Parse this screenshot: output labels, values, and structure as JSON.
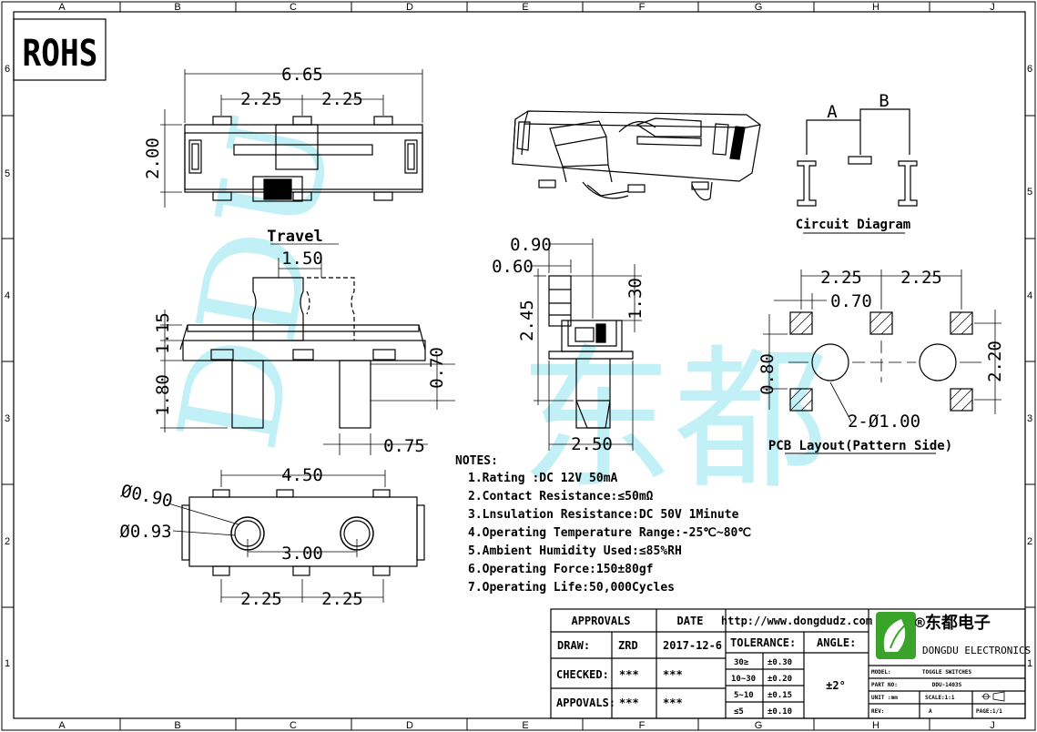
{
  "frame": {
    "columns": [
      "A",
      "B",
      "C",
      "D",
      "E",
      "F",
      "G",
      "H",
      "J"
    ],
    "rows": [
      "6",
      "5",
      "4",
      "3",
      "2",
      "1"
    ]
  },
  "rohs": "ROHS",
  "watermark": {
    "latin": "DDU",
    "cjk": "东都"
  },
  "top_view": {
    "overall": "6.65",
    "pitch_left": "2.25",
    "pitch_right": "2.25",
    "height": "2.00"
  },
  "front_view": {
    "travel_label": "Travel",
    "travel": "1.50",
    "h1": "1.15",
    "h2": "1.80",
    "pin_w": "0.70",
    "pin_gap": "0.75"
  },
  "side_view": {
    "w1": "0.90",
    "w2": "0.60",
    "h1": "2.45",
    "h2": "1.30",
    "base": "2.50"
  },
  "bottom_view": {
    "span": "4.50",
    "d1": "Ø0.90",
    "d2": "Ø0.93",
    "hole_pitch": "3.00",
    "pitch_left": "2.25",
    "pitch_right": "2.25"
  },
  "circuit": {
    "label_a": "A",
    "label_b": "B",
    "title": "Circuit Diagram"
  },
  "pcb": {
    "pitch_left": "2.25",
    "pitch_right": "2.25",
    "pad": "0.70",
    "pad_h": "0.80",
    "row_gap": "2.20",
    "holes": "2-Ø1.00",
    "title": "PCB Layout(Pattern Side)"
  },
  "notes": {
    "heading": "NOTES:",
    "items": [
      "1.Rating :DC 12V 50mA",
      "2.Contact Resistance:≤50mΩ",
      "3.Lnsulation Resistance:DC 50V 1Minute",
      "4.Operating Temperature Range:-25℃~80℃",
      "5.Ambient Humidity Used:≤85%RH",
      "6.Operating Force:150±80gf",
      "7.Operating Life:50,000Cycles"
    ]
  },
  "title_block": {
    "approvals": "APPROVALS",
    "date": "DATE",
    "draw_label": "DRAW:",
    "draw_name": "ZRD",
    "draw_date": "2017-12-6",
    "checked_label": "CHECKED:",
    "checked_name": "***",
    "checked_date": "***",
    "appovals_label": "APPOVALS:",
    "appovals_name": "***",
    "appovals_date": "***",
    "url": "http://www.dongdudz.com",
    "tolerance": "TOLERANCE:",
    "angle": "ANGLE:",
    "angle_value": "±2°",
    "tol_rows": [
      {
        "range": "30≥",
        "value": "±0.30"
      },
      {
        "range": "10~30",
        "value": "±0.20"
      },
      {
        "range": "5~10",
        "value": "±0.15"
      },
      {
        "range": "≤5",
        "value": "±0.10"
      }
    ],
    "company_cn": "®东都电子",
    "company_en": "DONGDU ELECTRONICS",
    "model_label": "MODEL:",
    "model_value": "TOGGLE SWITCHES",
    "part_label": "PART NO:",
    "part_value": "DDU-1403S",
    "unit_label": "UNIT :mm",
    "scale_label": "SCALE:1:1",
    "rev_label": "REV:",
    "rev_value": "A",
    "page_label": "PAGE:1/1"
  }
}
